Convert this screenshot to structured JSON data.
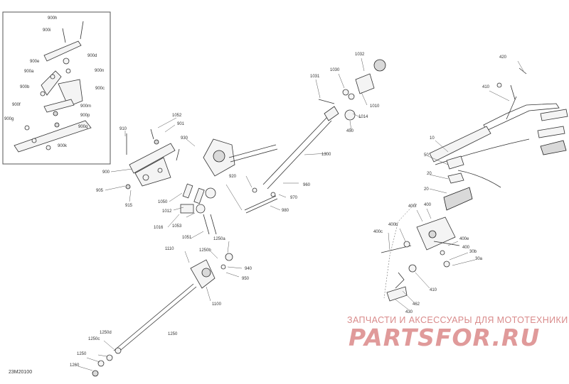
{
  "diagram_id": "23M20100",
  "watermark": {
    "tagline": "ЗАПЧАСТИ И АКСЕССУАРЫ ДЛЯ МОТОТЕХНИКИ",
    "logo": "PARTSFOR.RU"
  },
  "colors": {
    "line": "#333333",
    "callout": "#333333",
    "watermark": "#e09a9a",
    "frame": "#555555"
  },
  "inset_callouts": [
    "900h",
    "900i",
    "900d",
    "900e",
    "900a",
    "900n",
    "900c",
    "900b",
    "900m",
    "900f",
    "900p",
    "900g",
    "900q",
    "900k"
  ],
  "callouts": [
    "1052",
    "901",
    "910",
    "930",
    "900",
    "905",
    "915",
    "1050",
    "1012",
    "1016",
    "1053",
    "1051",
    "1110",
    "1250b",
    "1250a",
    "940",
    "950",
    "1100",
    "1250",
    "1250d",
    "1250c",
    "1250",
    "1260",
    "920",
    "960",
    "970",
    "980",
    "1300",
    "1031",
    "1030",
    "1032",
    "1010",
    "1014",
    "450",
    "420",
    "410",
    "10",
    "50",
    "20",
    "20",
    "400f",
    "400",
    "400b",
    "400c",
    "400e",
    "30b",
    "30a",
    "400",
    "410",
    "462",
    "430"
  ]
}
